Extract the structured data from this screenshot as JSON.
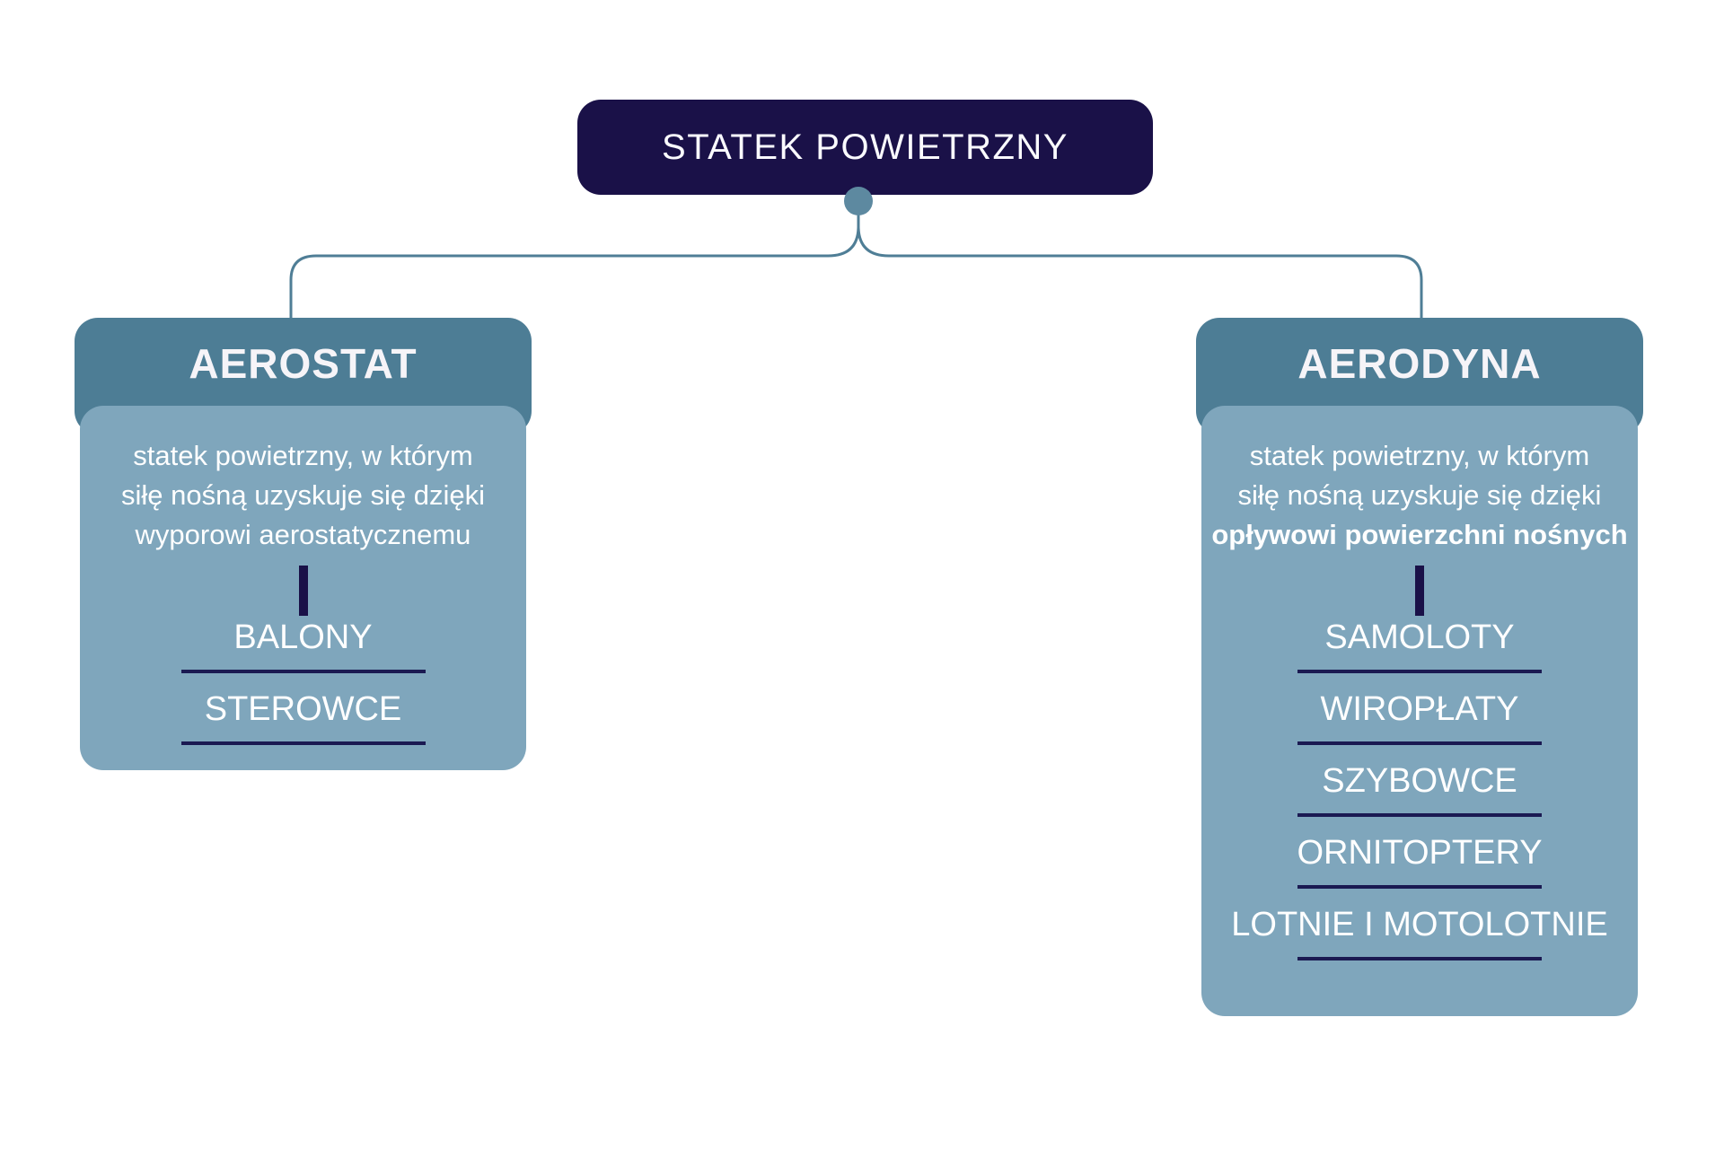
{
  "palette": {
    "navy": "#1a1148",
    "header_teal": "#4d7d95",
    "body_blue": "#7fa6bc",
    "connector": "#4f7e96",
    "node_dot": "#5d89a0",
    "underline_navy": "#1b1a52"
  },
  "root_node": {
    "label": "STATEK POWIETRZNY"
  },
  "branches": [
    {
      "title": "AEROSTAT",
      "description_lines": [
        "statek powietrzny, w którym",
        "siłę nośną uzyskuje się dzięki",
        "wyporowi aerostatycznemu"
      ],
      "bold_line": "",
      "items": [
        "BALONY",
        "STEROWCE"
      ]
    },
    {
      "title": "AERODYNA",
      "description_lines": [
        "statek powietrzny, w którym",
        "siłę nośną uzyskuje się dzięki"
      ],
      "bold_line": "opływowi powierzchni nośnych",
      "items": [
        "SAMOLOTY",
        "WIROPŁATY",
        "SZYBOWCE",
        "ORNITOPTERY",
        "LOTNIE I MOTOLOTNIE"
      ]
    }
  ]
}
